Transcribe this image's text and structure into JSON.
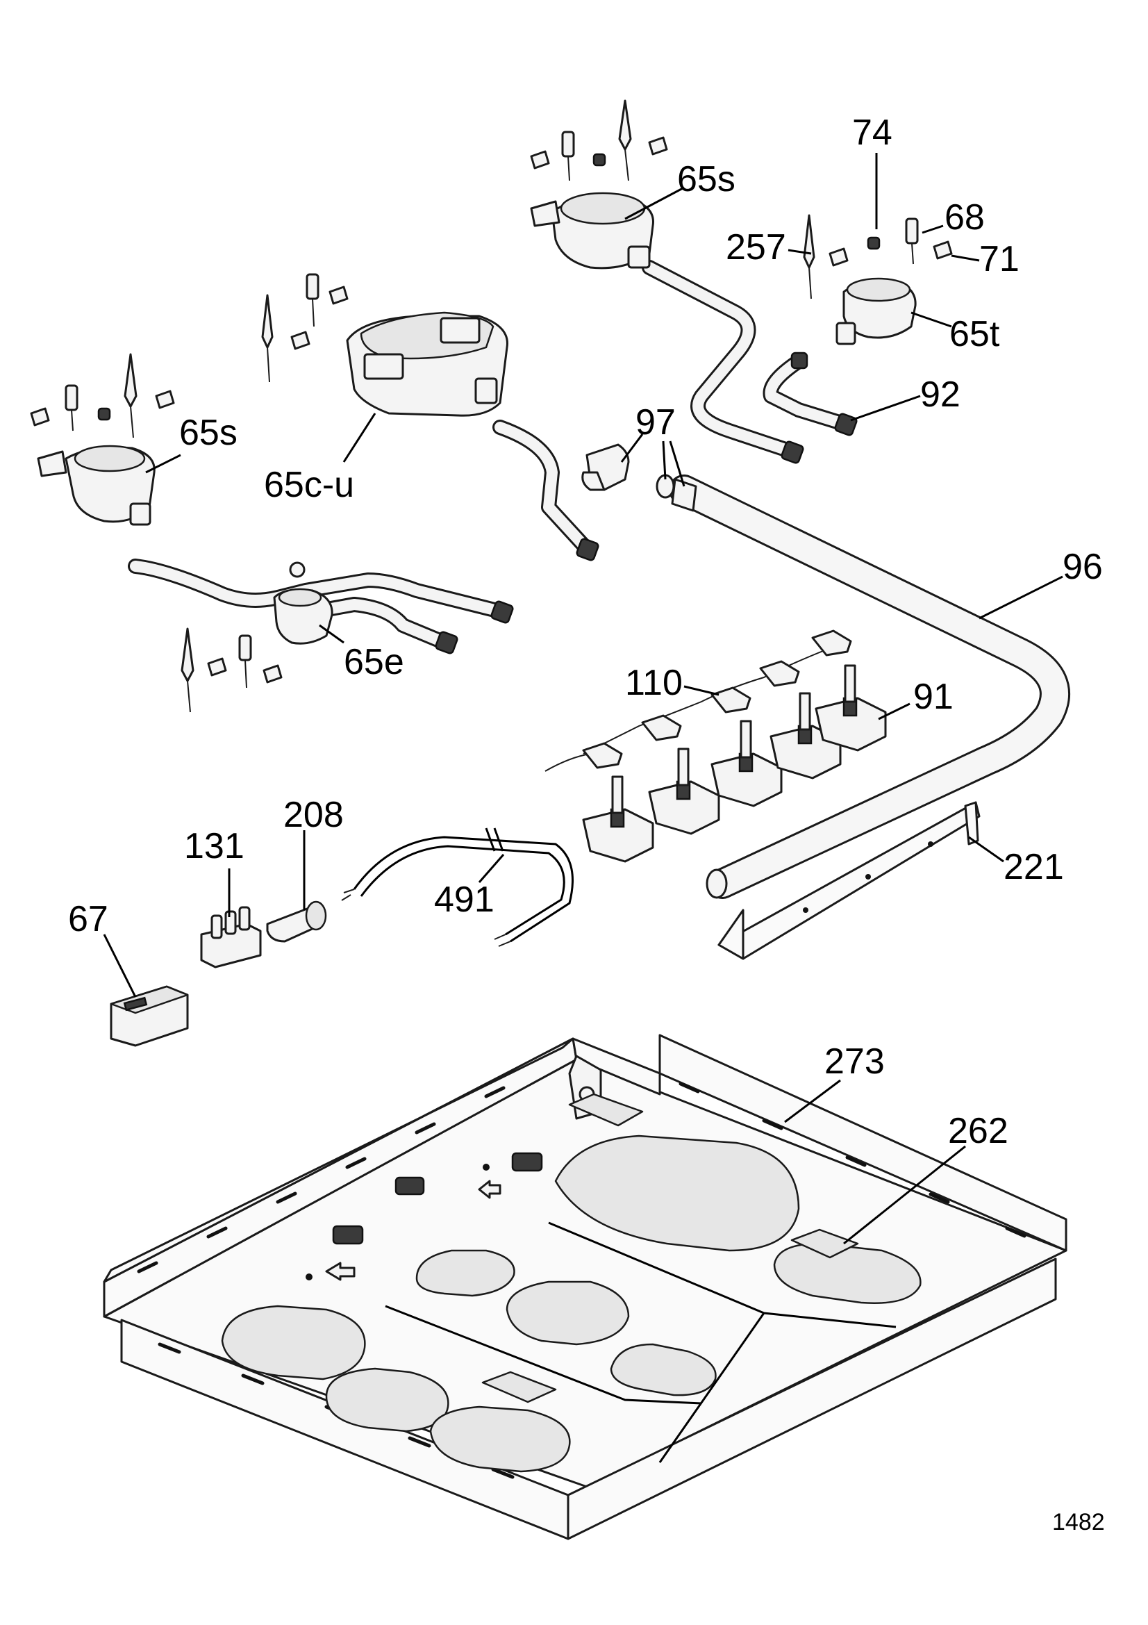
{
  "figure_number": "1482",
  "callouts": [
    {
      "id": "lbl-74",
      "text": "74"
    },
    {
      "id": "lbl-65s-right",
      "text": "65s"
    },
    {
      "id": "lbl-68",
      "text": "68"
    },
    {
      "id": "lbl-257",
      "text": "257"
    },
    {
      "id": "lbl-71",
      "text": "71"
    },
    {
      "id": "lbl-65t",
      "text": "65t"
    },
    {
      "id": "lbl-92",
      "text": "92"
    },
    {
      "id": "lbl-97",
      "text": "97"
    },
    {
      "id": "lbl-65s-left",
      "text": "65s"
    },
    {
      "id": "lbl-65c-u",
      "text": "65c-u"
    },
    {
      "id": "lbl-96",
      "text": "96"
    },
    {
      "id": "lbl-65e",
      "text": "65e"
    },
    {
      "id": "lbl-110",
      "text": "110"
    },
    {
      "id": "lbl-91",
      "text": "91"
    },
    {
      "id": "lbl-208",
      "text": "208"
    },
    {
      "id": "lbl-131",
      "text": "131"
    },
    {
      "id": "lbl-221",
      "text": "221"
    },
    {
      "id": "lbl-491",
      "text": "491"
    },
    {
      "id": "lbl-67",
      "text": "67"
    },
    {
      "id": "lbl-273",
      "text": "273"
    },
    {
      "id": "lbl-262",
      "text": "262"
    }
  ]
}
